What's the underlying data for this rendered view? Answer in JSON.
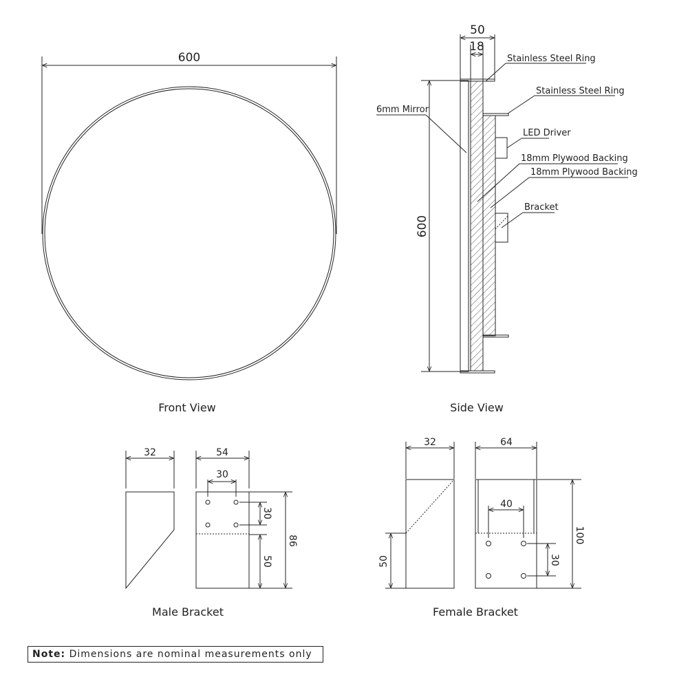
{
  "front_view": {
    "caption": "Front View",
    "width_dim": "600"
  },
  "side_view": {
    "caption": "Side View",
    "depth_dim": "50",
    "plywood_dim": "18",
    "height_dim": "600",
    "callouts": {
      "ring_top": "Stainless Steel Ring",
      "ring_back": "Stainless Steel Ring",
      "mirror": "6mm Mirror",
      "led_driver": "LED Driver",
      "plywood_1": "18mm Plywood Backing",
      "plywood_2": "18mm Plywood Backing",
      "bracket": "Bracket"
    }
  },
  "male_bracket": {
    "caption": "Male Bracket",
    "side_width": "32",
    "front_width": "54",
    "hole_spacing_h": "30",
    "hole_spacing_v": "30",
    "lower_height": "50",
    "total_height": "86"
  },
  "female_bracket": {
    "caption": "Female Bracket",
    "side_width": "32",
    "front_width": "64",
    "hole_spacing_h": "40",
    "hole_spacing_v": "30",
    "lower_height": "50",
    "total_height": "100"
  },
  "note": {
    "label": "Note:",
    "text": "Dimensions are nominal measurements only"
  }
}
